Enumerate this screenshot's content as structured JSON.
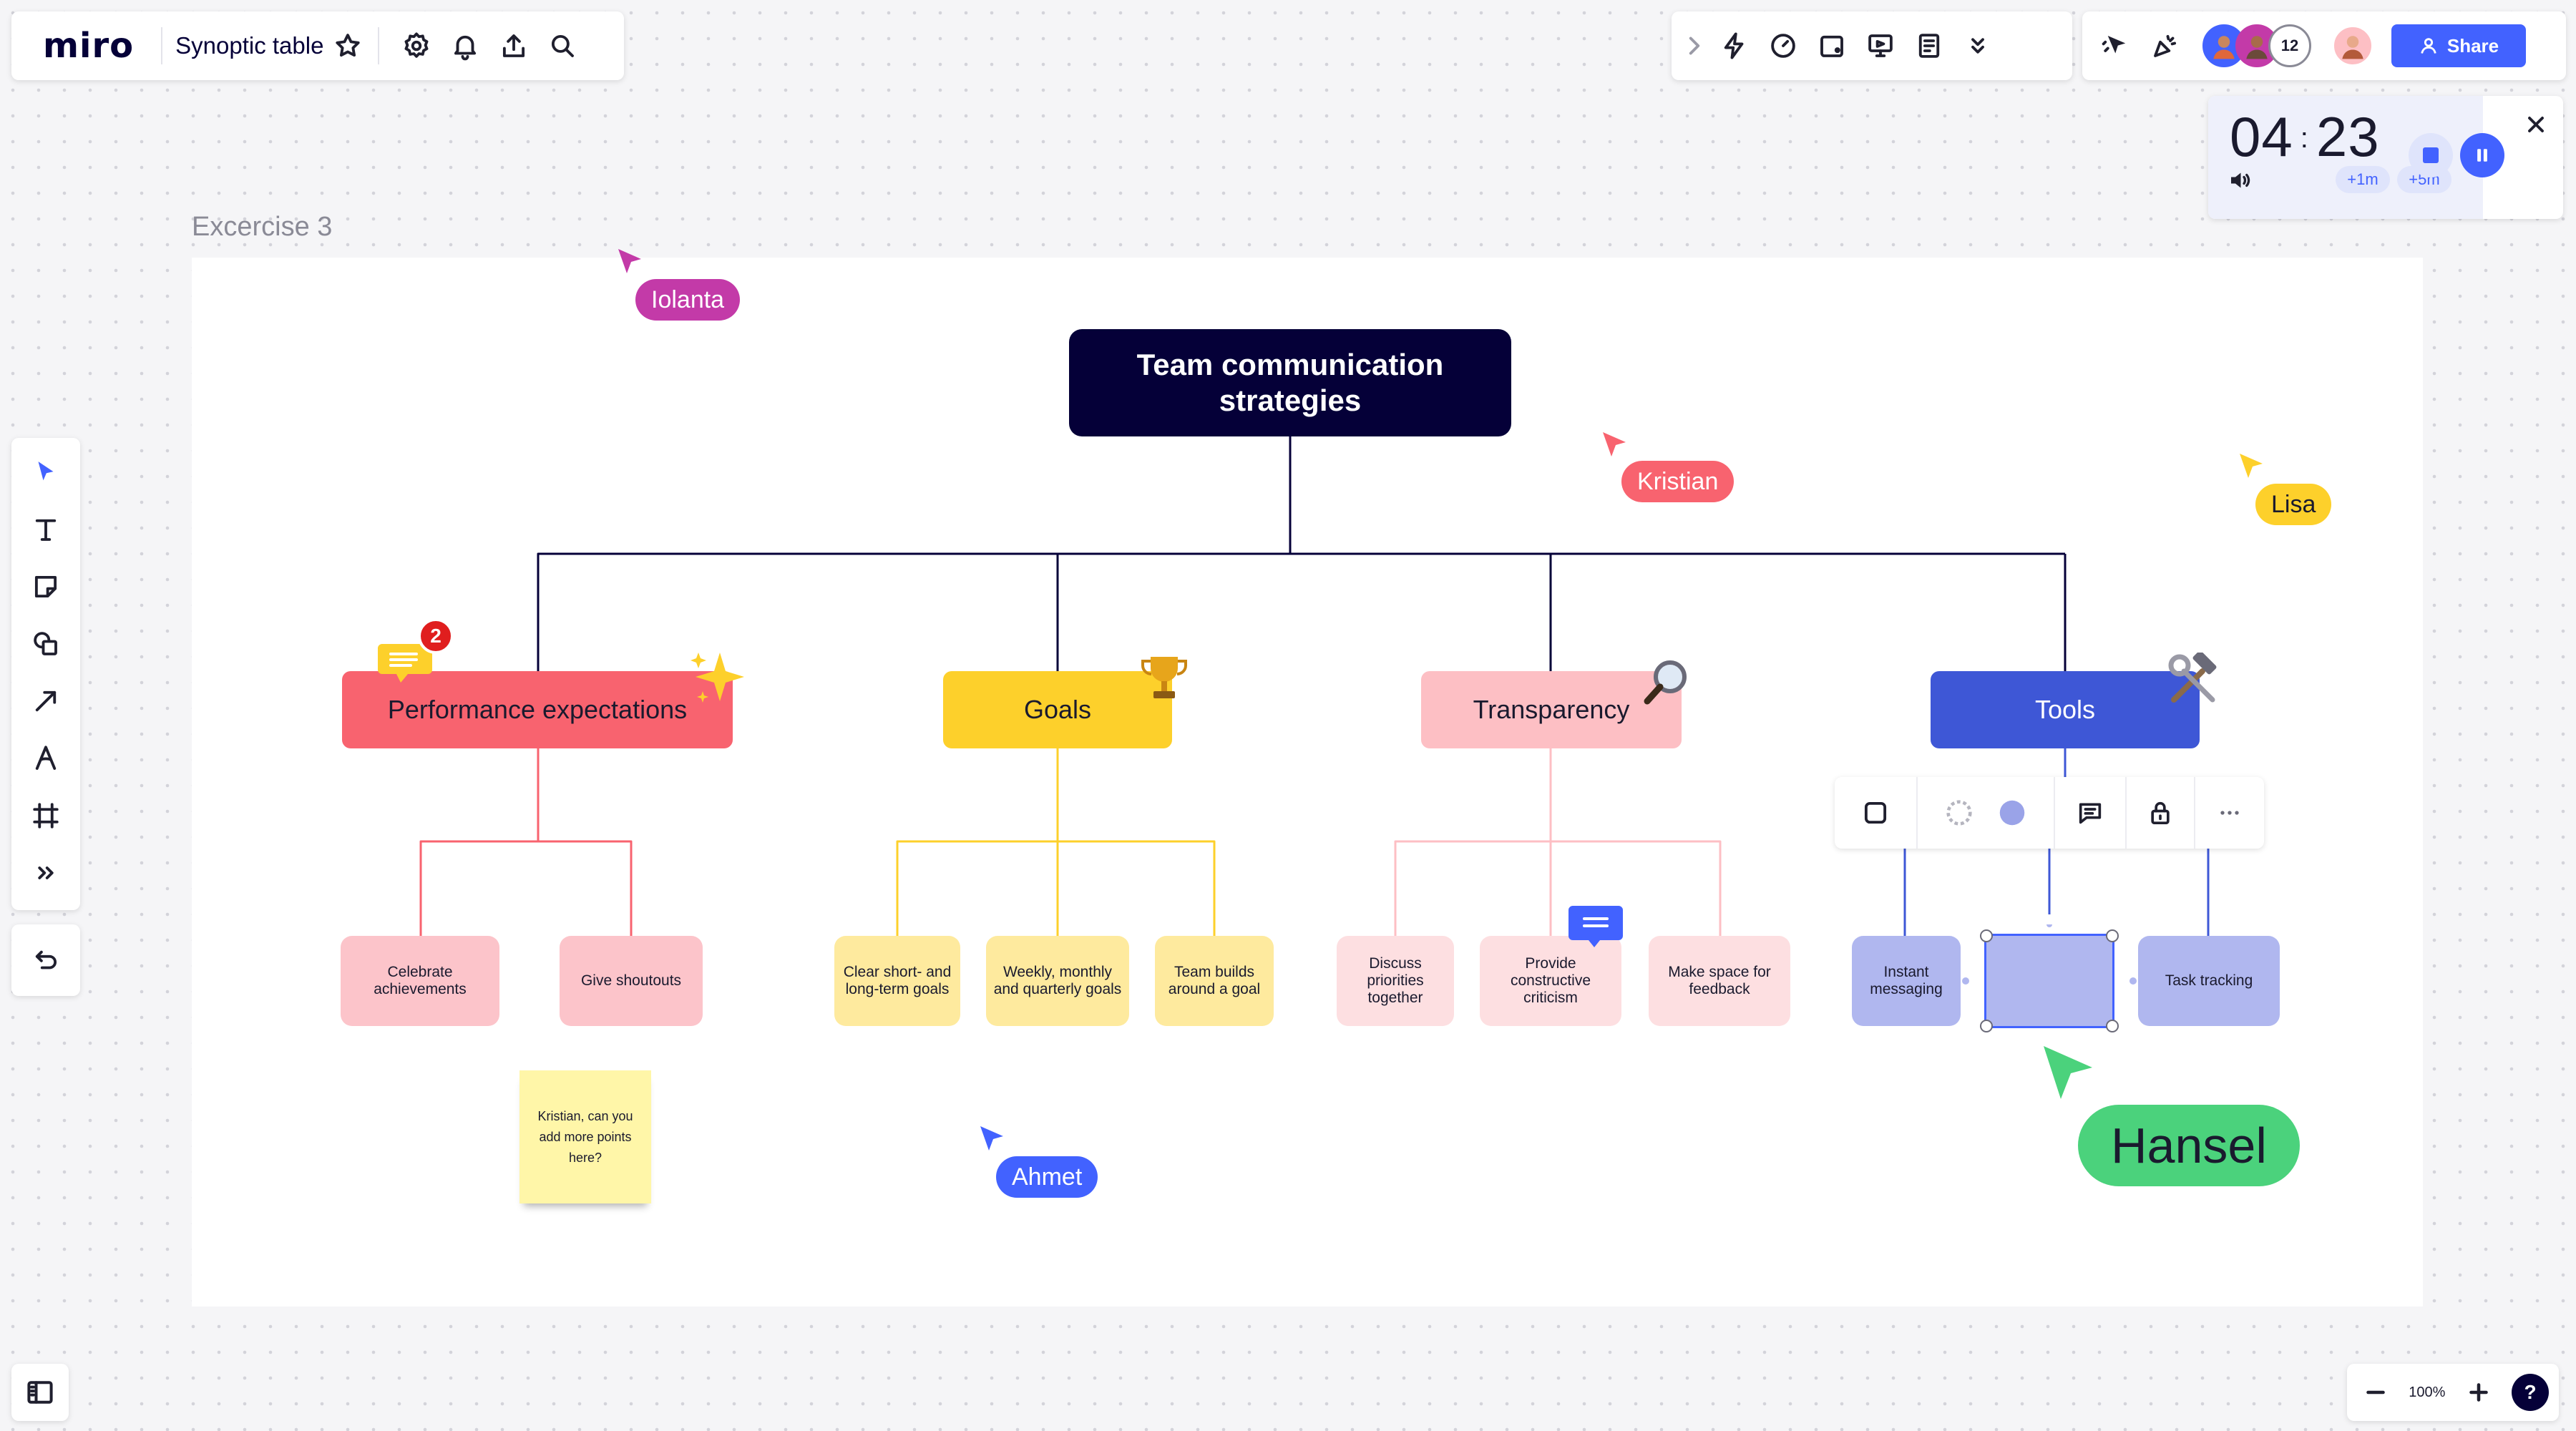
{
  "app": {
    "logo": "miro",
    "board_title": "Synoptic table"
  },
  "header": {
    "collaborator_count": "12",
    "share_label": "Share"
  },
  "timer": {
    "minutes": "04",
    "seconds": "23",
    "add_1m": "+1m",
    "add_5m": "+5m"
  },
  "frame": {
    "label": "Excercise 3"
  },
  "mindmap": {
    "root": "Team communication strategies",
    "categories": [
      {
        "label": "Performance expectations",
        "color": "#f8636f",
        "children": [
          "Celebrate achievements",
          "Give shoutouts"
        ]
      },
      {
        "label": "Goals",
        "color": "#fdd02b",
        "children": [
          "Clear short- and long-term goals",
          "Weekly, monthly and quarterly goals",
          "Team builds around a goal"
        ]
      },
      {
        "label": "Transparency",
        "color": "#fdbfc4",
        "children": [
          "Discuss priorities together",
          "Provide constructive criticism",
          "Make space for feedback"
        ]
      },
      {
        "label": "Tools",
        "color": "#3e57d6",
        "children": [
          "Instant messaging",
          "",
          "Task tracking"
        ]
      }
    ]
  },
  "comments": {
    "performance_badge_count": "2"
  },
  "sticky_note": {
    "text": "Kristian, can you add more points here?"
  },
  "cursors": [
    {
      "name": "Iolanta",
      "color": "#c33aa8"
    },
    {
      "name": "Kristian",
      "color": "#f8636f"
    },
    {
      "name": "Lisa",
      "color": "#fdd02b"
    },
    {
      "name": "Ahmet",
      "color": "#4262ff"
    },
    {
      "name": "Hansel",
      "color": "#4bd27c"
    }
  ],
  "zoom": {
    "level": "100%"
  },
  "colors": {
    "accent": "#4262ff",
    "brand_dark": "#050038"
  }
}
